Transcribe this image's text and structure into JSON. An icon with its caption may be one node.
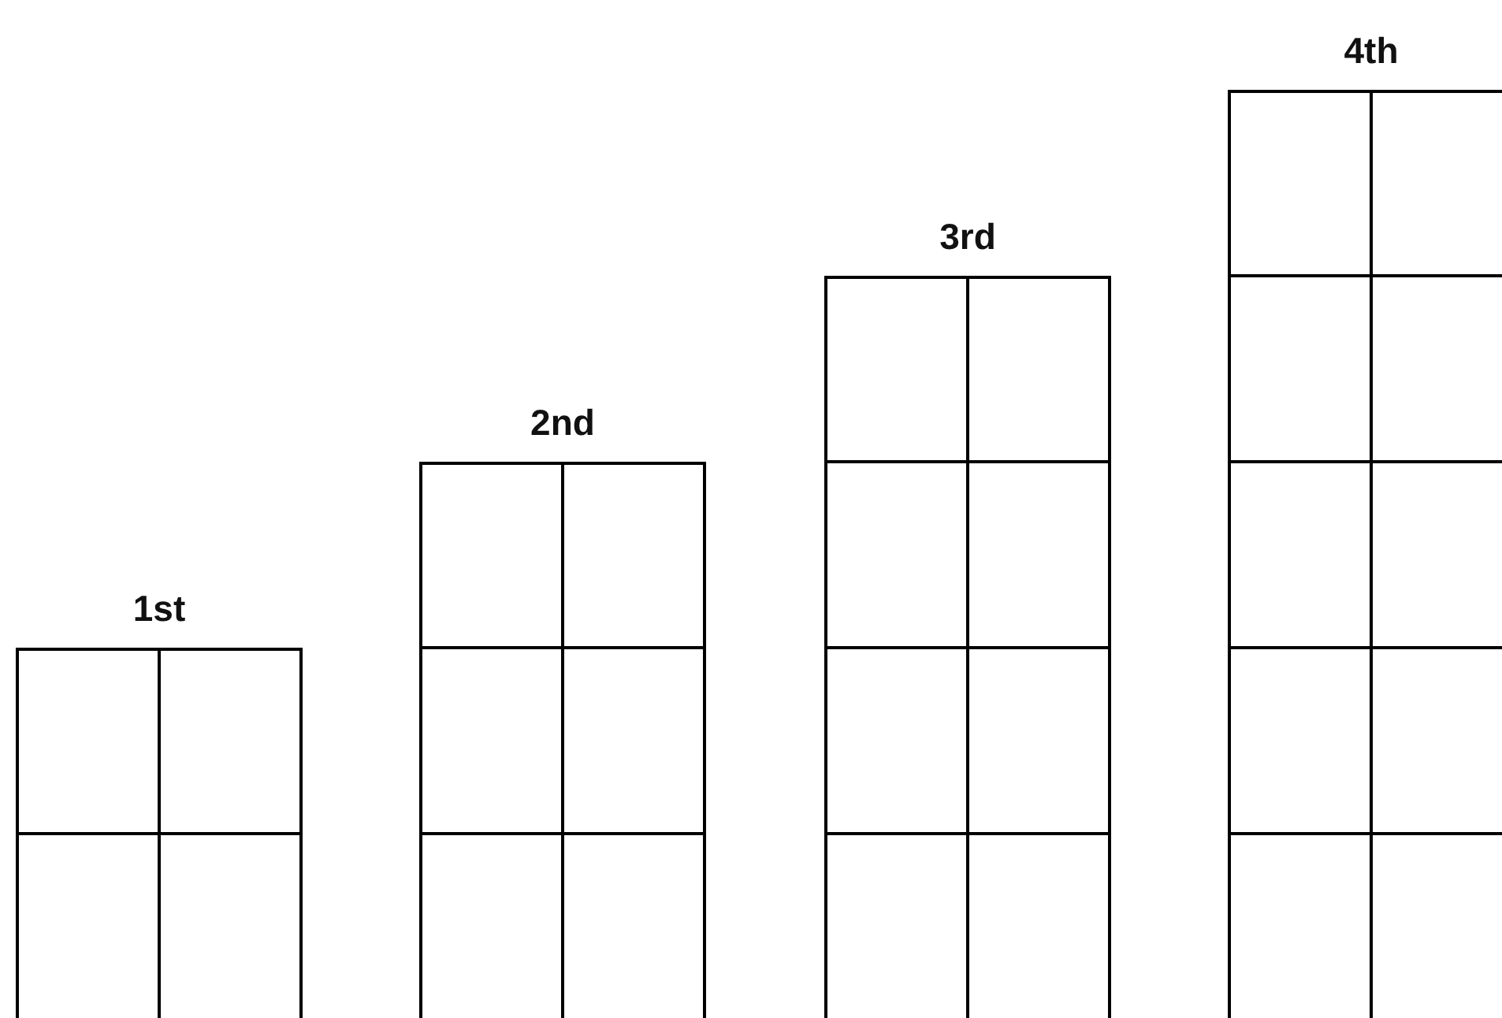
{
  "diagram": {
    "nodes": [
      {
        "text": [
          "1st"
        ]
      },
      {
        "text": [],
        "shape": "box",
        "in": 0
      },
      {
        "text": [],
        "shape": "box",
        "in": 0
      },
      {
        "text": [],
        "shape": "box",
        "in": 0
      },
      {
        "text": [],
        "shape": "box",
        "in": 0
      },
      {
        "text": [
          "2nd"
        ]
      },
      {
        "text": [],
        "shape": "box",
        "in": 5
      },
      {
        "text": [],
        "shape": "box",
        "in": 5
      },
      {
        "text": [],
        "shape": "box",
        "in": 5
      },
      {
        "text": [],
        "shape": "box",
        "in": 5
      },
      {
        "text": [],
        "shape": "box",
        "in": 5
      },
      {
        "text": [],
        "shape": "box",
        "in": 5
      },
      {
        "text": [
          "3rd"
        ]
      },
      {
        "text": [],
        "shape": "box",
        "in": 12
      },
      {
        "text": [],
        "shape": "box",
        "in": 12
      },
      {
        "text": [],
        "shape": "box",
        "in": 12
      },
      {
        "text": [],
        "shape": "box",
        "in": 12
      },
      {
        "text": [],
        "shape": "box",
        "in": 12
      },
      {
        "text": [],
        "shape": "box",
        "in": 12
      },
      {
        "text": [],
        "shape": "box",
        "in": 12
      },
      {
        "text": [],
        "shape": "box",
        "in": 12
      },
      {
        "text": [
          "4th"
        ]
      },
      {
        "text": [],
        "shape": "box",
        "in": 21
      },
      {
        "text": [],
        "shape": "box",
        "in": 21
      },
      {
        "text": [],
        "shape": "box",
        "in": 21
      },
      {
        "text": [],
        "shape": "box",
        "in": 21
      },
      {
        "text": [],
        "shape": "box",
        "in": 21
      },
      {
        "text": [],
        "shape": "box",
        "in": 21
      },
      {
        "text": [],
        "shape": "box",
        "in": 21
      },
      {
        "text": [],
        "shape": "box",
        "in": 21
      },
      {
        "text": [],
        "shape": "box",
        "in": 21
      },
      {
        "text": [],
        "shape": "box",
        "in": 21
      }
    ]
  }
}
